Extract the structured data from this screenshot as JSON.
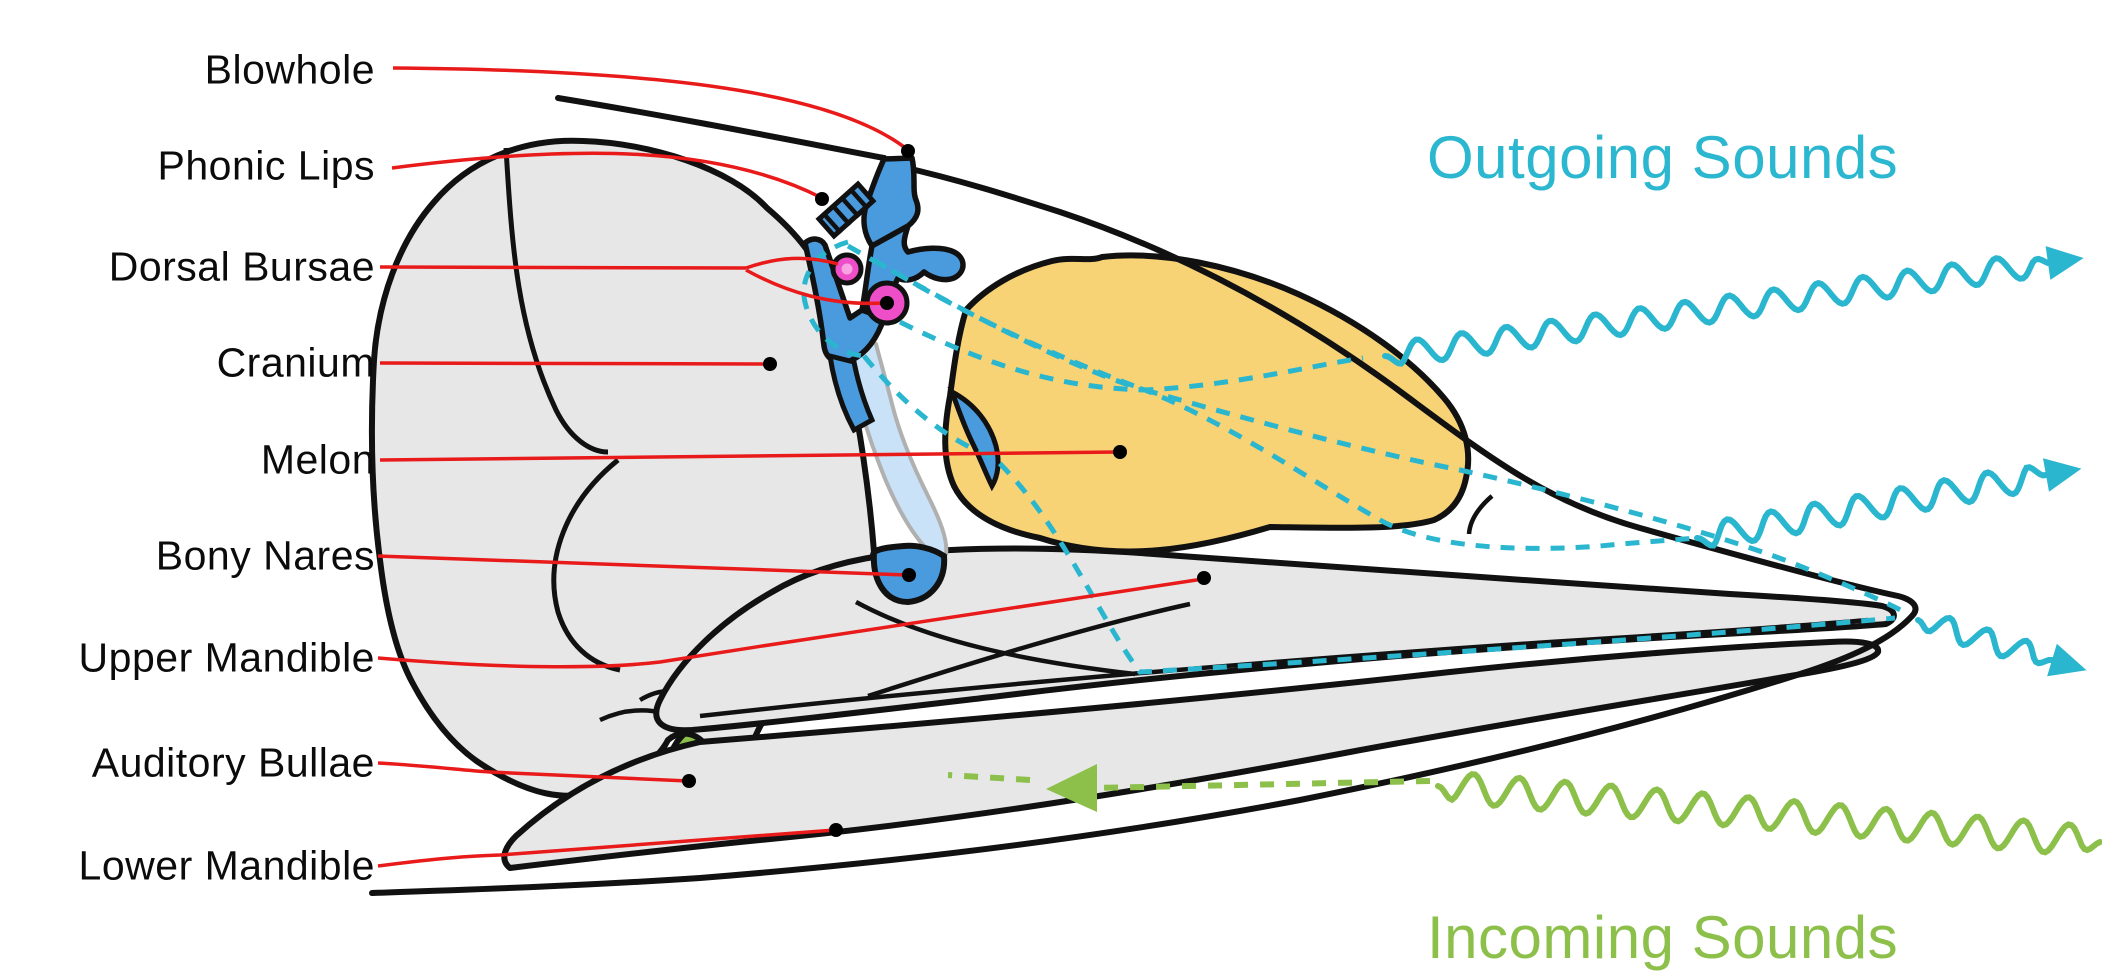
{
  "headings": {
    "outgoing": "Outgoing Sounds",
    "incoming": "Incoming Sounds"
  },
  "labels": [
    {
      "id": "blowhole",
      "text": "Blowhole"
    },
    {
      "id": "phonic-lips",
      "text": "Phonic Lips"
    },
    {
      "id": "dorsal-bursae",
      "text": "Dorsal Bursae"
    },
    {
      "id": "cranium",
      "text": "Cranium"
    },
    {
      "id": "melon",
      "text": "Melon"
    },
    {
      "id": "bony-nares",
      "text": "Bony Nares"
    },
    {
      "id": "upper-mandible",
      "text": "Upper Mandible"
    },
    {
      "id": "auditory-bullae",
      "text": "Auditory Bullae"
    },
    {
      "id": "lower-mandible",
      "text": "Lower Mandible"
    }
  ],
  "colors": {
    "outgoing_accent": "#2ab6ce",
    "incoming_accent": "#8cc04a",
    "leader_red": "#e81a1a",
    "melon_yellow": "#f8d376",
    "bone_gray": "#e7e7e7",
    "airway_blue": "#4a9ade",
    "nasal_passage_blue": "#c9e2f8",
    "bursae_pink": "#ee4fc8",
    "outline_black": "#111111"
  }
}
